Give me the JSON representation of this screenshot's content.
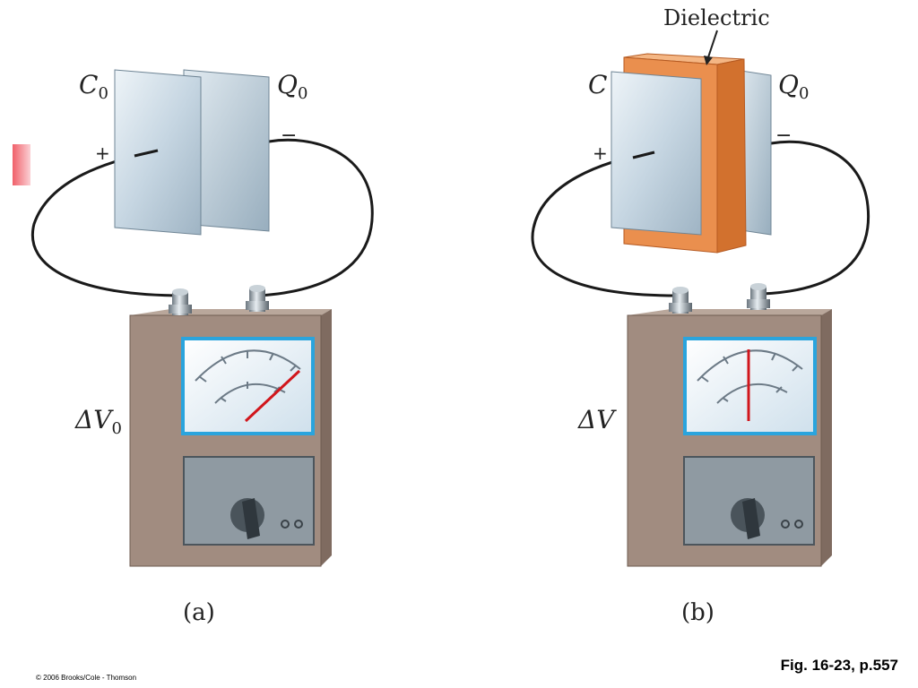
{
  "panel_a": {
    "capacitor_label": "C",
    "capacitor_sub": "0",
    "charge_label": "Q",
    "charge_sub": "0",
    "plus": "+",
    "minus": "−",
    "voltage_label": "ΔV",
    "voltage_sub": "0",
    "caption": "(a)"
  },
  "panel_b": {
    "capacitor_label": "C",
    "charge_label": "Q",
    "charge_sub": "0",
    "plus": "+",
    "minus": "−",
    "voltage_label": "ΔV",
    "caption": "(b)",
    "dielectric_label": "Dielectric"
  },
  "footer": {
    "figure_ref": "Fig. 16-23, p.557",
    "copyright": "© 2006 Brooks/Cole - Thomson"
  },
  "colors": {
    "plate": "#c9d9e4",
    "dielectric": "#ea8f4e",
    "meter_body": "#a18c80",
    "meter_face": "#e6f0f7",
    "needle": "#d1161c",
    "wire": "#1a1a1a"
  }
}
